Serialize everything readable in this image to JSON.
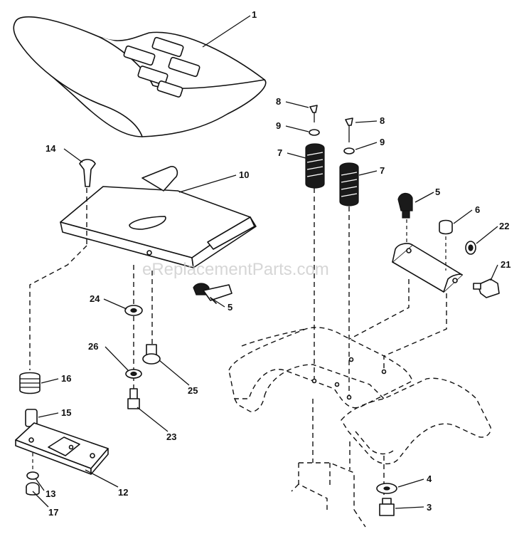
{
  "watermark": "eReplacementParts.com",
  "callouts": {
    "c1": "1",
    "c3": "3",
    "c4": "4",
    "c5a": "5",
    "c5b": "5",
    "c6": "6",
    "c7a": "7",
    "c7b": "7",
    "c8a": "8",
    "c8b": "8",
    "c9a": "9",
    "c9b": "9",
    "c10": "10",
    "c12": "12",
    "c13": "13",
    "c14": "14",
    "c15": "15",
    "c16": "16",
    "c17": "17",
    "c21": "21",
    "c22": "22",
    "c23": "23",
    "c24": "24",
    "c25": "25",
    "c26": "26"
  },
  "colors": {
    "ink": "#111111",
    "paper": "#ffffff",
    "watermark": "#c9c9c9"
  }
}
